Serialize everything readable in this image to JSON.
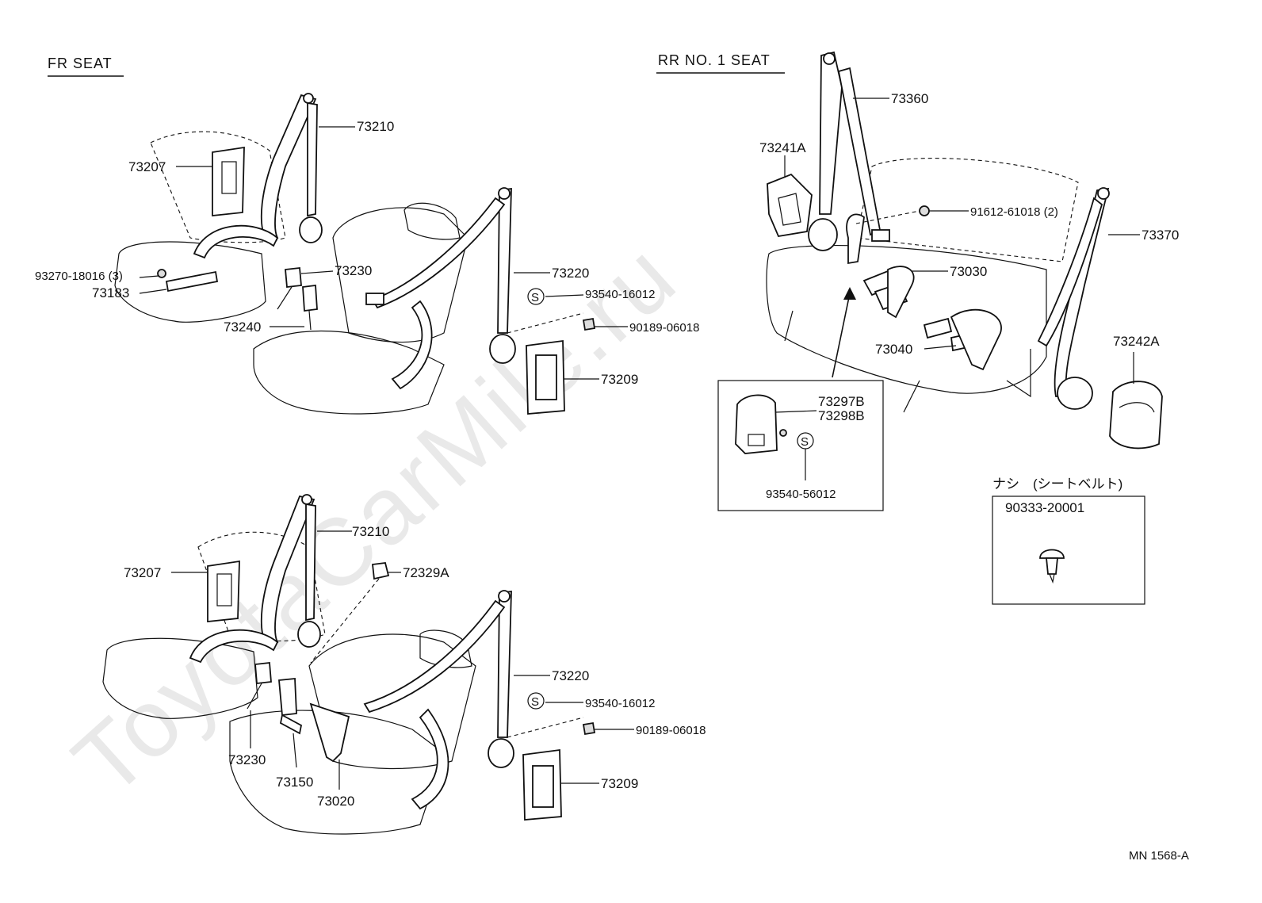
{
  "watermark": "ToyotaCarMile.ru",
  "headers": {
    "fr_seat": "FR SEAT",
    "rr_seat": "RR NO. 1 SEAT"
  },
  "fr_top": {
    "p73210": "73210",
    "p73207": "73207",
    "p93270": "93270-18016 (3)",
    "p73183": "73183",
    "p73230": "73230",
    "p73240": "73240",
    "p73220": "73220",
    "p93540": "93540-16012",
    "p90189": "90189-06018",
    "p73209": "73209",
    "s_mark": "S"
  },
  "fr_bottom": {
    "p73210": "73210",
    "p73207": "73207",
    "p72329A": "72329A",
    "p73220": "73220",
    "p93540": "93540-16012",
    "p90189": "90189-06018",
    "p73230": "73230",
    "p73150": "73150",
    "p73020": "73020",
    "p73209": "73209",
    "s_mark": "S"
  },
  "rr": {
    "p73360": "73360",
    "p73241A": "73241A",
    "p91612": "91612-61018 (2)",
    "p73370": "73370",
    "p73030": "73030",
    "p73040": "73040",
    "p73242A": "73242A",
    "p73297B": "73297B",
    "p73298B": "73298B",
    "p93540": "93540-56012",
    "s_mark": "S"
  },
  "note": {
    "heading": "ナシ　(シートベルト)",
    "part": "90333-20001"
  },
  "footer": {
    "code": "MN 1568-A"
  }
}
